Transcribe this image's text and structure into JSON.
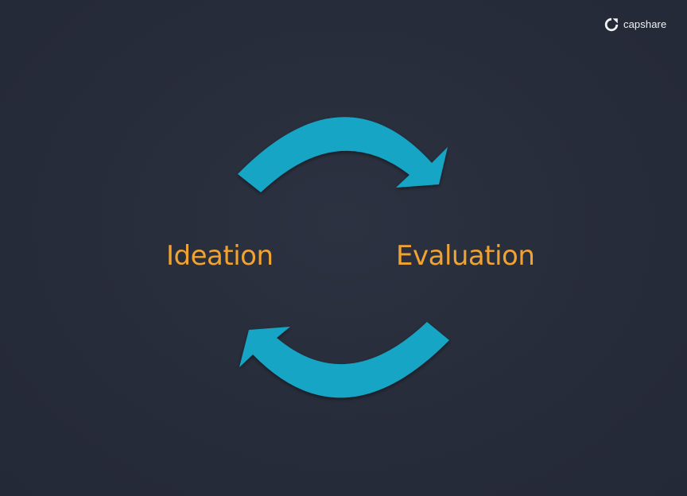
{
  "brand": {
    "name": "capshare",
    "icon": "capshare-logo-icon",
    "text_color": "#f2f3f5"
  },
  "diagram": {
    "nodes": [
      {
        "id": "left",
        "label": "Ideation"
      },
      {
        "id": "right",
        "label": "Evaluation"
      }
    ],
    "edges": [
      {
        "from": "left",
        "to": "right",
        "icon": "curved-arrow-top-icon"
      },
      {
        "from": "right",
        "to": "left",
        "icon": "curved-arrow-bottom-icon"
      }
    ],
    "arrow_color": "#15a5c5",
    "label_color": "#f0a330",
    "background_color": "#272c3a"
  }
}
